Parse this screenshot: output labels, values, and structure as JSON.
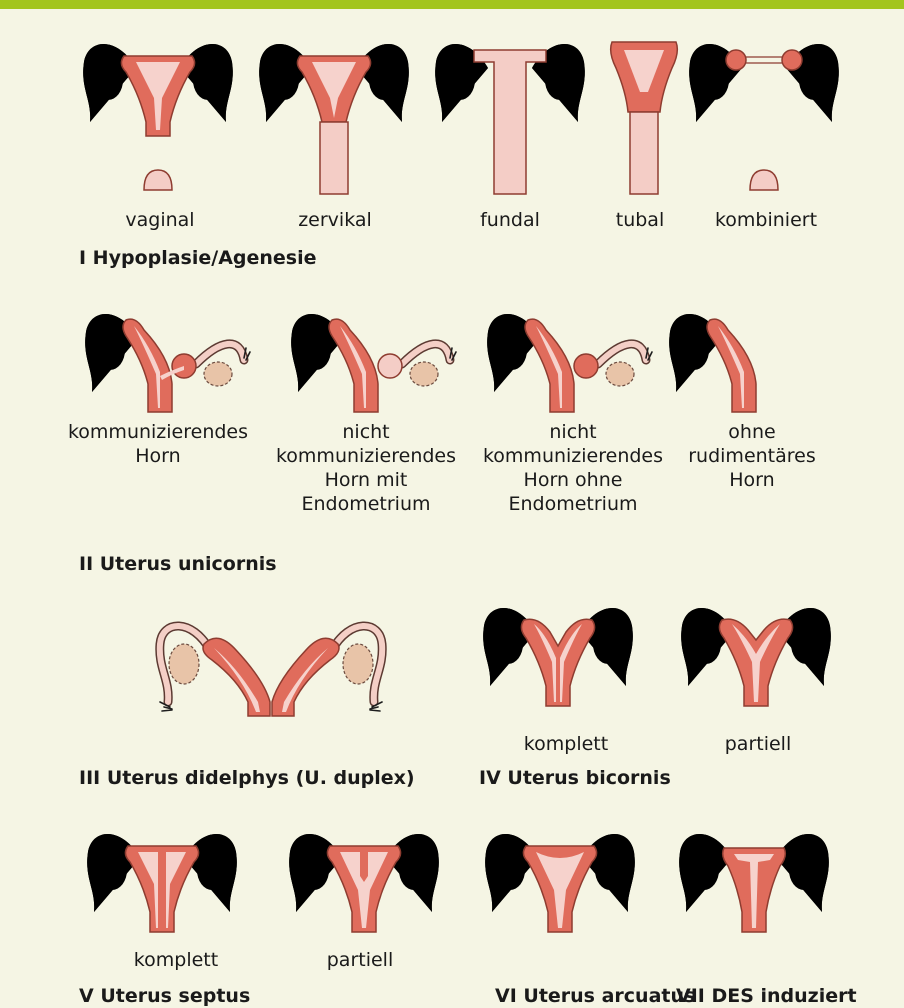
{
  "colors": {
    "accent_bar": "#a3c51e",
    "background": "#f5f5e4",
    "uterus": "#e06c5c",
    "cavity": "#f6d2cc",
    "ovary": "#e8c4a8"
  },
  "sections": {
    "s1": {
      "title": "I Hypoplasie/Agenesie",
      "items": {
        "a": "vaginal",
        "b": "zervikal",
        "c": "fundal",
        "d": "tubal",
        "e": "kombiniert"
      }
    },
    "s2": {
      "title": "II Uterus unicornis",
      "items": {
        "a": "kommunizierendes\nHorn",
        "b": "nicht\nkommunizierendes\nHorn mit\nEndometrium",
        "c": "nicht\nkommunizierendes\nHorn ohne\nEndometrium",
        "d": "ohne\nrudimentäres\nHorn"
      }
    },
    "s3": {
      "title": "III Uterus didelphys (U. duplex)"
    },
    "s4": {
      "title": "IV Uterus bicornis",
      "items": {
        "a": "komplett",
        "b": "partiell"
      }
    },
    "s5": {
      "title": "V Uterus septus",
      "items": {
        "a": "komplett",
        "b": "partiell"
      }
    },
    "s6": {
      "title": "VI Uterus arcuatus"
    },
    "s7": {
      "title": "VII DES induziert"
    }
  }
}
